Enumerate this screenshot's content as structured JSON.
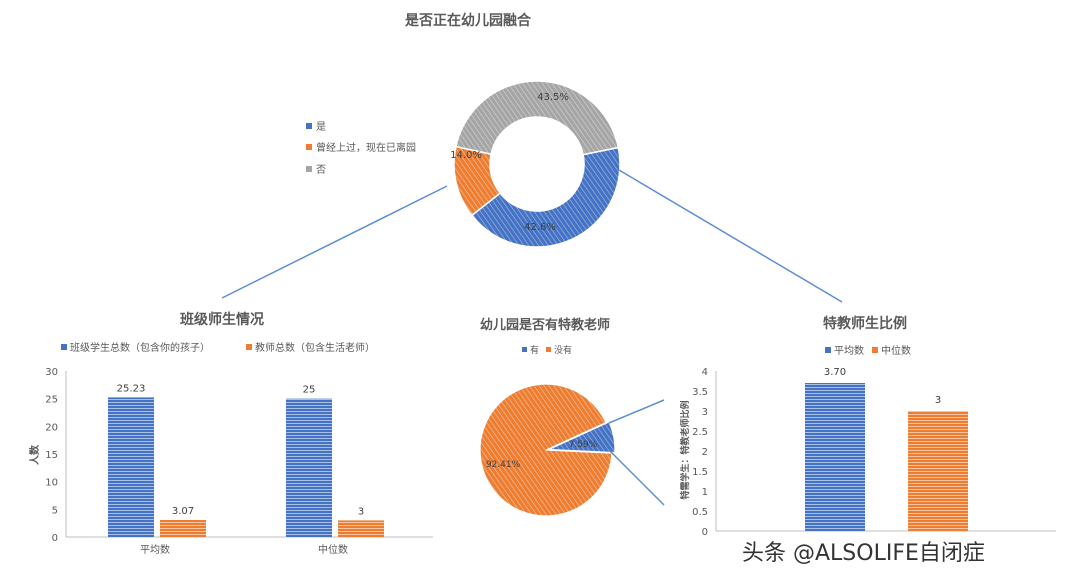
{
  "colors": {
    "blue": "#4472c4",
    "orange": "#ed7d31",
    "gray": "#a5a5a5",
    "connector": "#5b8ed6"
  },
  "watermark": "头条 @ALSOLIFE自闭症",
  "chart_data": [
    {
      "id": "donut",
      "type": "pie",
      "title": "是否正在幼儿园融合",
      "categories": [
        "是",
        "曾经上过，现在已离园",
        "否"
      ],
      "values": [
        42.6,
        14.0,
        43.5
      ],
      "data_labels": [
        "42.6%",
        "14.0%",
        "43.5%"
      ],
      "legend_position": "left"
    },
    {
      "id": "bar1",
      "type": "bar",
      "title": "班级师生情况",
      "categories": [
        "平均数",
        "中位数"
      ],
      "series": [
        {
          "name": "班级学生总数（包含你的孩子）",
          "values": [
            25.23,
            25
          ],
          "labels": [
            "25.23",
            "25"
          ]
        },
        {
          "name": "教师总数（包含生活老师）",
          "values": [
            3.07,
            3
          ],
          "labels": [
            "3.07",
            "3"
          ]
        }
      ],
      "ylabel": "人数",
      "ylim": [
        0,
        30
      ],
      "yticks": [
        "0",
        "5",
        "10",
        "15",
        "20",
        "25",
        "30"
      ],
      "legend_position": "top"
    },
    {
      "id": "pie2",
      "type": "pie",
      "title": "幼儿园是否有特教老师",
      "categories": [
        "有",
        "没有"
      ],
      "values": [
        7.59,
        92.41
      ],
      "data_labels": [
        "7.59%",
        "92.41%"
      ],
      "legend_position": "top"
    },
    {
      "id": "bar2",
      "type": "bar",
      "title": "特教师生比例",
      "categories": [
        "平均数",
        "中位数"
      ],
      "values": [
        3.7,
        3
      ],
      "labels": [
        "3.70",
        "3"
      ],
      "legend": [
        "平均数",
        "中位数"
      ],
      "ylabel": "特需学生：特教老师比例",
      "ylim": [
        0,
        4
      ],
      "yticks": [
        "0",
        "0.5",
        "1",
        "1.5",
        "2",
        "2.5",
        "3",
        "3.5",
        "4"
      ],
      "legend_position": "top"
    }
  ]
}
